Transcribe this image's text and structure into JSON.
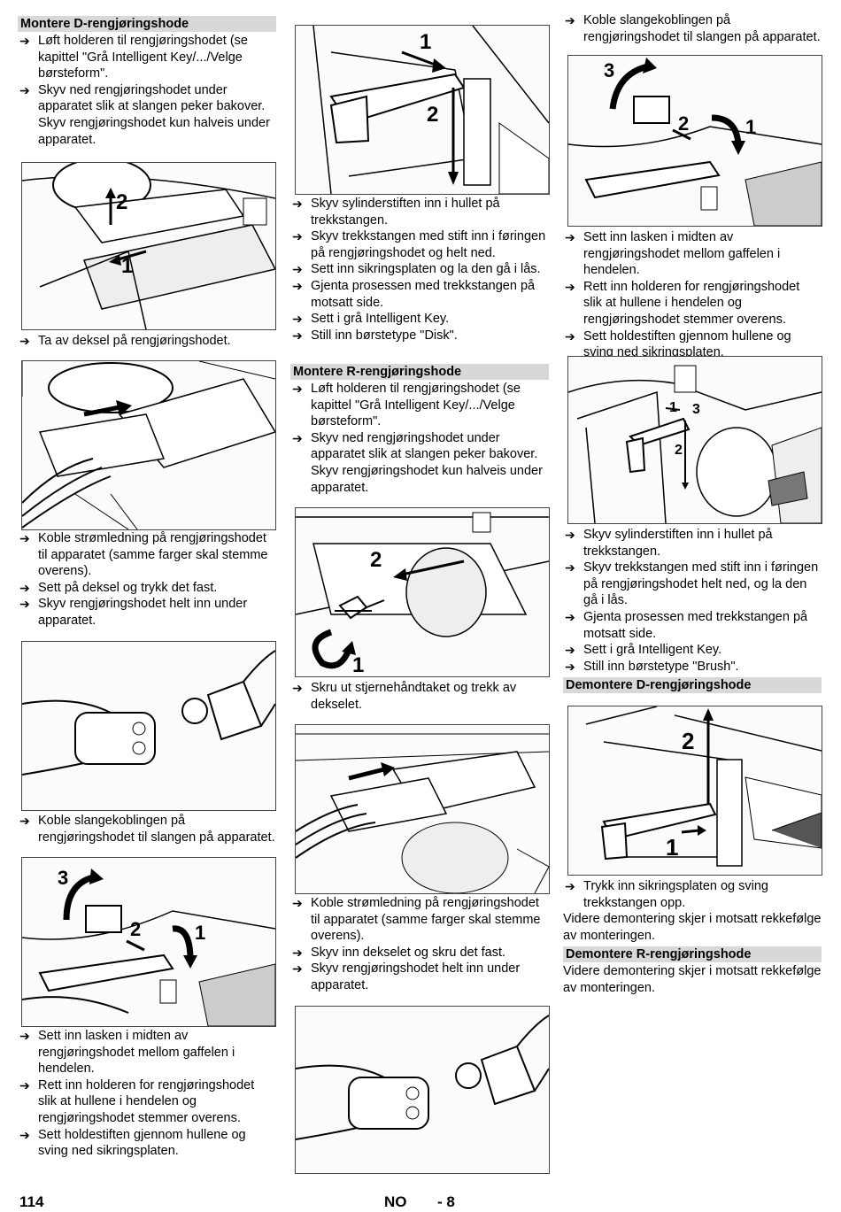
{
  "col1": {
    "heading1": "Montere D-rengjøringshode",
    "steps1": [
      "Løft holderen til rengjøringshodet (se kapittel \"Grå Intelligent Key/.../Velge børsteform\".",
      "Skyv ned rengjøringshodet under apparatet slik at slangen peker bakover. Skyv rengjøringshodet kun halveis under apparatet."
    ],
    "steps2": [
      "Ta av deksel på rengjøringshodet."
    ],
    "steps3": [
      "Koble strømledning på rengjøringshodet til apparatet (samme farger skal stemme overens).",
      "Sett på deksel og trykk det fast.",
      "Skyv rengjøringshodet helt inn under apparatet."
    ],
    "steps4": [
      "Koble slangekoblingen på rengjøringshodet til slangen på apparatet."
    ],
    "steps5": [
      "Sett inn lasken i midten av rengjøringshodet mellom gaffelen i hendelen.",
      "Rett inn holderen for rengjøringshodet slik at hullene i hendelen og rengjøringshodet stemmer overens.",
      "Sett holdestiften gjennom hullene og sving ned sikringsplaten."
    ]
  },
  "col2": {
    "steps1": [
      "Skyv sylinderstiften inn i hullet på trekkstangen.",
      "Skyv trekkstangen med stift inn i føringen på rengjøringshodet og helt ned.",
      "Sett inn sikringsplaten og la den gå i lås.",
      "Gjenta prosessen med trekkstangen på motsatt side.",
      "Sett i grå Intelligent Key.",
      "Still inn børstetype \"Disk\"."
    ],
    "heading2": "Montere R-rengjøringshode",
    "steps2": [
      "Løft holderen til rengjøringshodet (se kapittel \"Grå Intelligent Key/.../Velge børsteform\".",
      "Skyv ned rengjøringshodet under apparatet slik at slangen peker bakover. Skyv rengjøringshodet kun halveis under apparatet."
    ],
    "steps3": [
      "Skru ut stjernehåndtaket og trekk av dekselet."
    ],
    "steps4": [
      "Koble strømledning på rengjøringshodet til apparatet (samme farger skal stemme overens).",
      "Skyv inn dekselet og skru det fast.",
      "Skyv rengjøringshodet helt inn under apparatet."
    ]
  },
  "col3": {
    "steps1": [
      "Koble slangekoblingen på rengjøringshodet til slangen på apparatet."
    ],
    "steps2": [
      "Sett inn lasken i midten av rengjøringshodet mellom gaffelen i hendelen.",
      "Rett inn holderen for rengjøringshodet slik at hullene i hendelen og rengjøringshodet stemmer overens.",
      "Sett holdestiften gjennom hullene og sving ned sikringsplaten."
    ],
    "steps3": [
      "Skyv sylinderstiften inn i hullet på trekkstangen.",
      "Skyv trekkstangen med stift inn i føringen på rengjøringshodet helt ned, og la den gå i lås.",
      "Gjenta prosessen med trekkstangen på motsatt side.",
      "Sett i grå Intelligent Key.",
      "Still inn børstetype \"Brush\"."
    ],
    "heading2": "Demontere D-rengjøringshode",
    "steps4": [
      "Trykk inn sikringsplaten og sving trekkstangen opp."
    ],
    "text4": "Videre demontering skjer i motsatt rekkefølge av monteringen.",
    "heading3": "Demontere R-rengjøringshode",
    "text5": "Videre demontering skjer i motsatt rekkefølge av monteringen."
  },
  "figures": {
    "fig1": [
      "1",
      "2"
    ],
    "fig2": [
      "2",
      "1"
    ],
    "fig5": [
      "3",
      "2",
      "1"
    ],
    "fig6": [
      "1",
      "2"
    ],
    "fig7": [
      "2",
      "1"
    ],
    "fig10": [
      "3",
      "2",
      "1"
    ],
    "fig11": [
      "1",
      "3",
      "2"
    ],
    "fig12": [
      "2",
      "1"
    ]
  },
  "footer": {
    "page_number": "114",
    "language": "NO",
    "section_page": "- 8"
  },
  "icons": {
    "step_bullet": "arrow-right-icon"
  }
}
